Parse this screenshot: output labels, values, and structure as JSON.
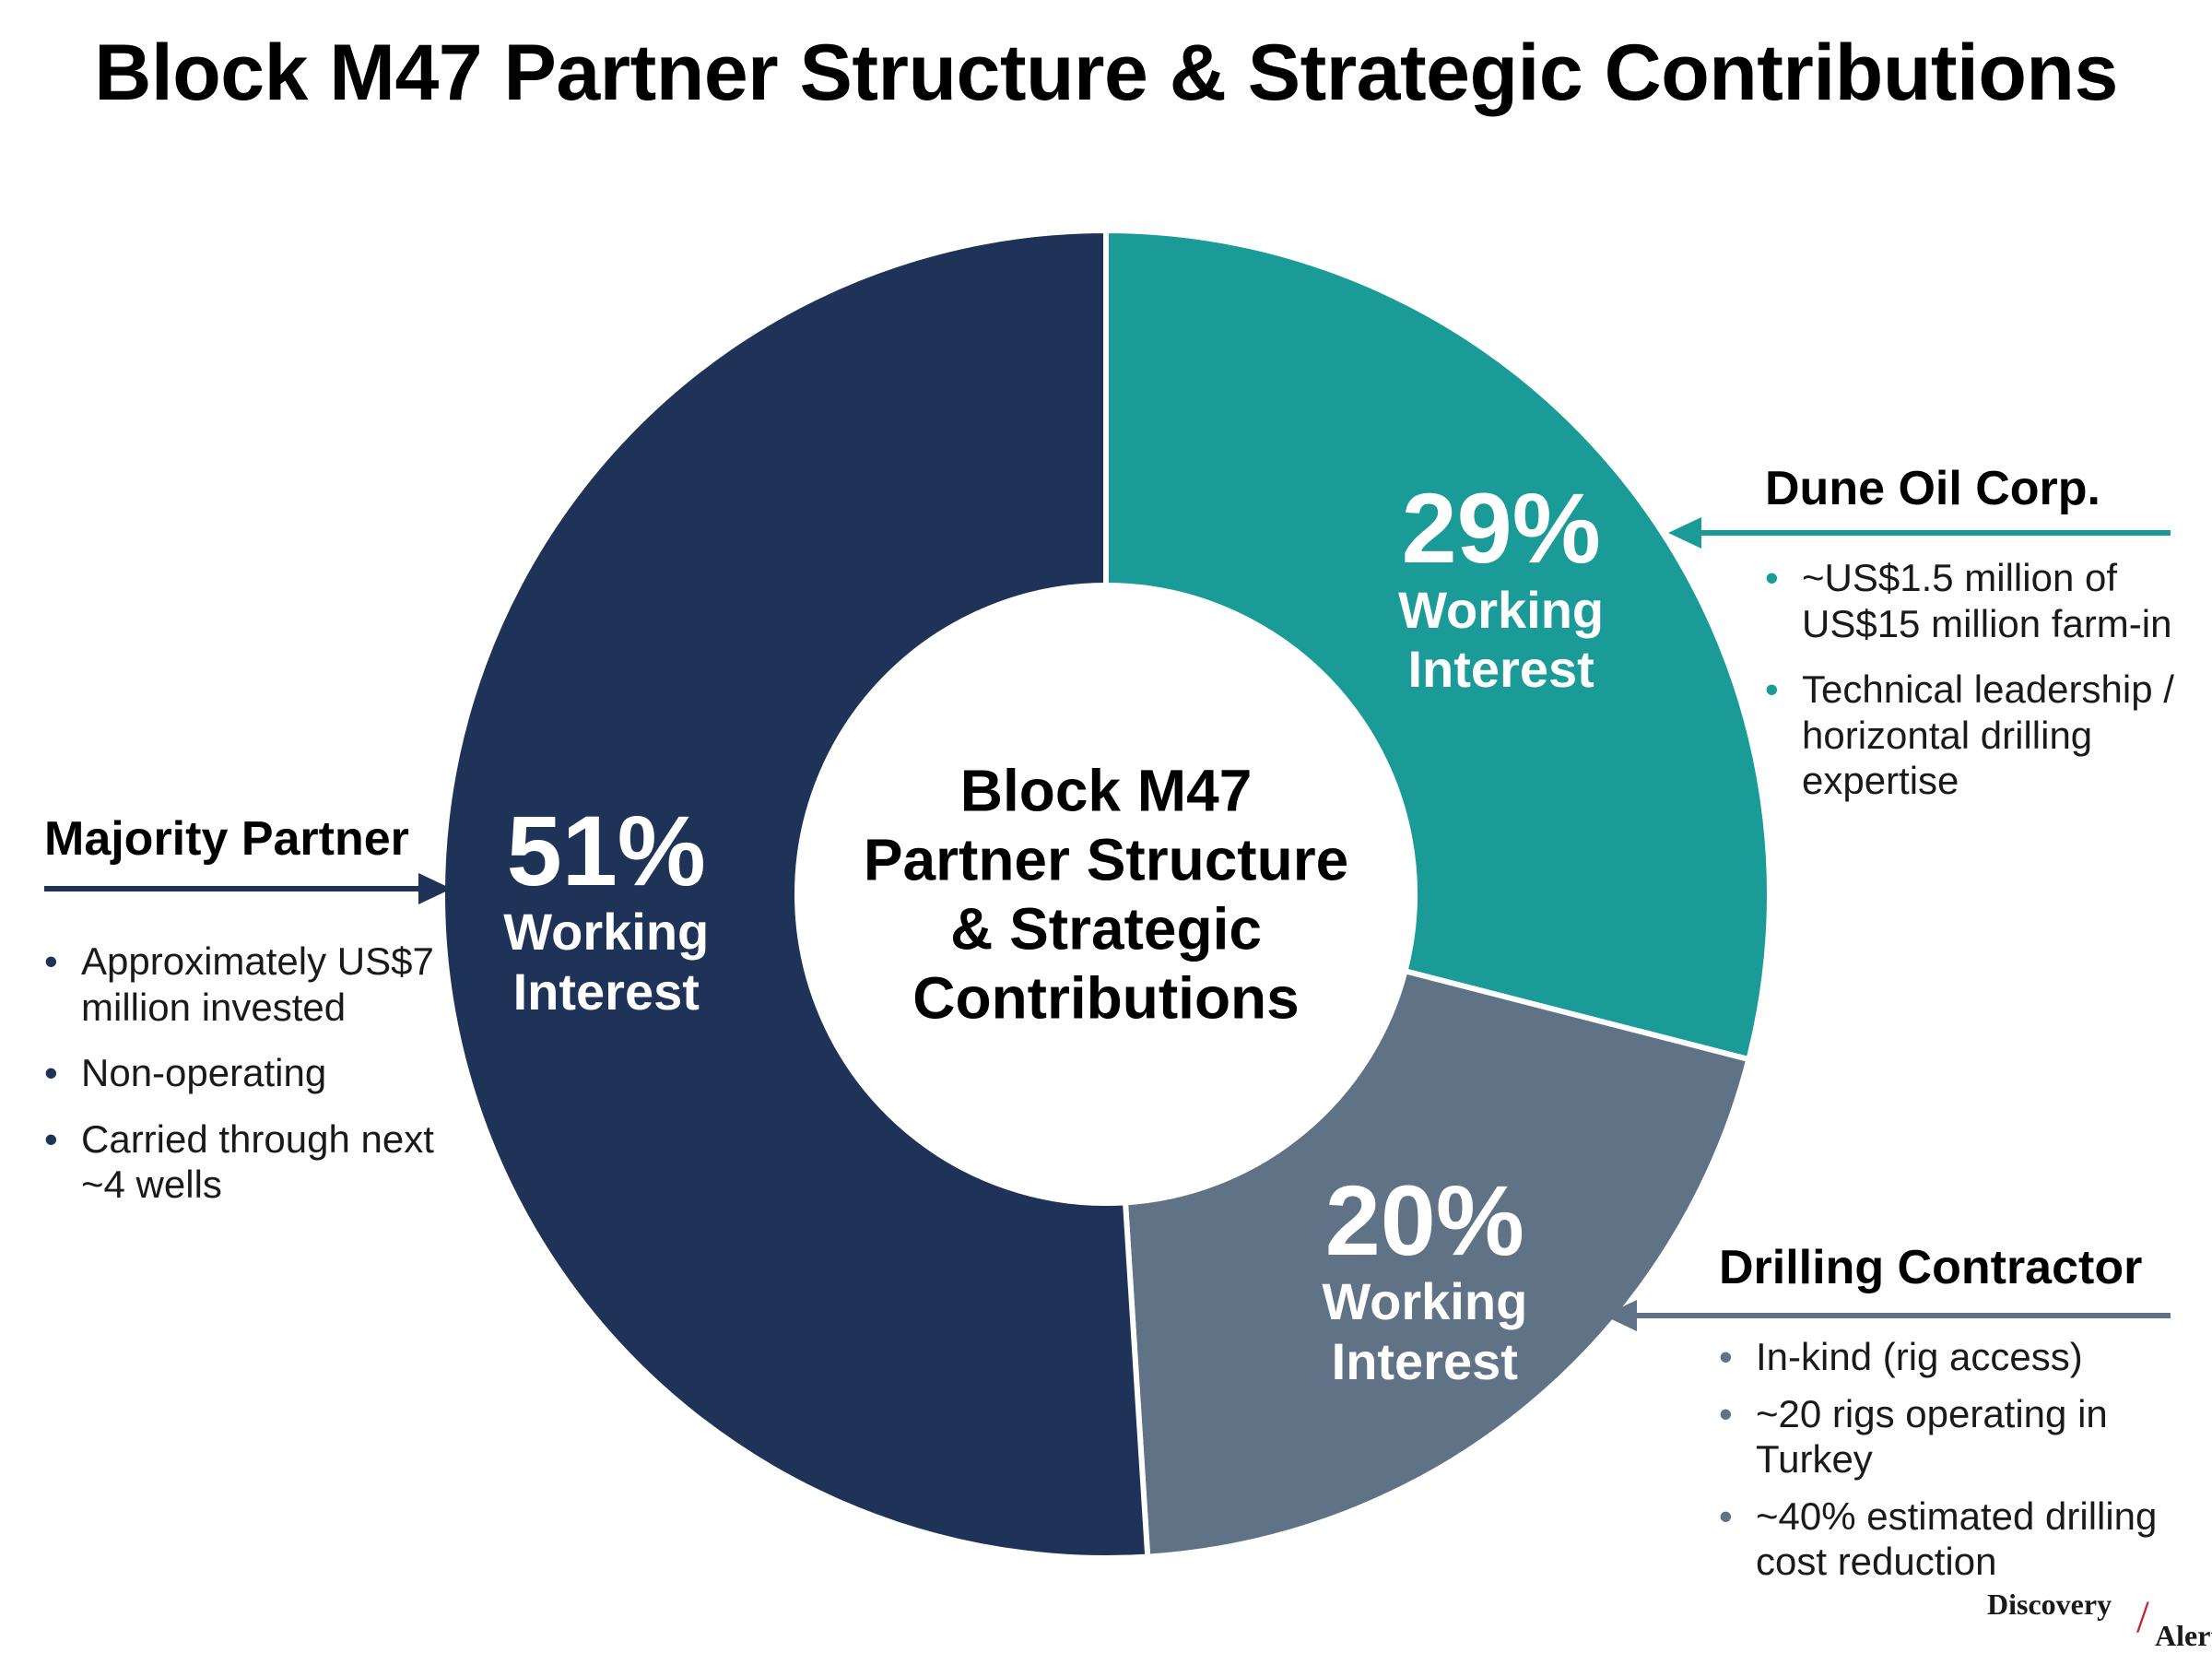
{
  "title": "Block M47 Partner Structure & Strategic Contributions",
  "chart_data": {
    "type": "pie",
    "style": "donut",
    "title": "Block M47 Partner Structure & Strategic Contributions",
    "center_label": [
      "Block M47",
      "Partner Structure",
      "& Strategic",
      "Contributions"
    ],
    "slices": [
      {
        "partner": "Dune Oil Corp.",
        "value": 29,
        "display": "29%",
        "sub": "Working Interest",
        "color": "#1a9b97"
      },
      {
        "partner": "Drilling Contractor",
        "value": 20,
        "display": "20%",
        "sub": "Working Interest",
        "color": "#607286"
      },
      {
        "partner": "Majority Partner",
        "value": 51,
        "display": "51%",
        "sub": "Working Interest",
        "color": "#1f3257"
      }
    ]
  },
  "callouts": {
    "majority": {
      "title": "Majority Partner",
      "color": "#1f3257",
      "bullets": [
        "Approximately US$7 million invested",
        "Non-operating",
        "Carried through next ~4 wells"
      ]
    },
    "dune": {
      "title": "Dune Oil Corp.",
      "color": "#1a9b97",
      "bullets": [
        "~US$1.5 million of US$15 million farm-in",
        "Technical leadership / horizontal drilling expertise"
      ]
    },
    "drilling": {
      "title": "Drilling Contractor",
      "color": "#607286",
      "bullets": [
        "In-kind (rig access)",
        "~20 rigs operating in Turkey",
        "~40% estimated drilling cost reduction"
      ]
    }
  },
  "brand": {
    "line1": "Discovery",
    "line2": "Alert",
    "slash_color": "#c0272d"
  }
}
